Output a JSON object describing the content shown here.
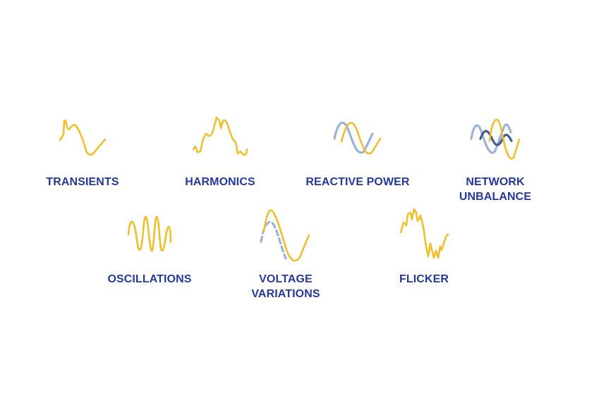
{
  "colors": {
    "background": "#ffffff",
    "label": "#24399a",
    "primary_wave": "#f0c02c",
    "secondary_wave": "#9db1d9",
    "tertiary_wave": "#3d5994"
  },
  "items": [
    {
      "id": "transients",
      "label": "TRANSIENTS",
      "icon": "transients-wave-icon"
    },
    {
      "id": "harmonics",
      "label": "HARMONICS",
      "icon": "harmonics-wave-icon"
    },
    {
      "id": "reactive-power",
      "label": "REACTIVE POWER",
      "icon": "phase-shift-wave-icon"
    },
    {
      "id": "network-unbalance",
      "label": "NETWORK\nUNBALANCE",
      "icon": "three-phase-wave-icon"
    },
    {
      "id": "oscillations",
      "label": "OSCILLATIONS",
      "icon": "oscillation-wave-icon"
    },
    {
      "id": "voltage-variations",
      "label": "VOLTAGE\nVARIATIONS",
      "icon": "voltage-variation-wave-icon"
    },
    {
      "id": "flicker",
      "label": "FLICKER",
      "icon": "flicker-wave-icon"
    }
  ]
}
